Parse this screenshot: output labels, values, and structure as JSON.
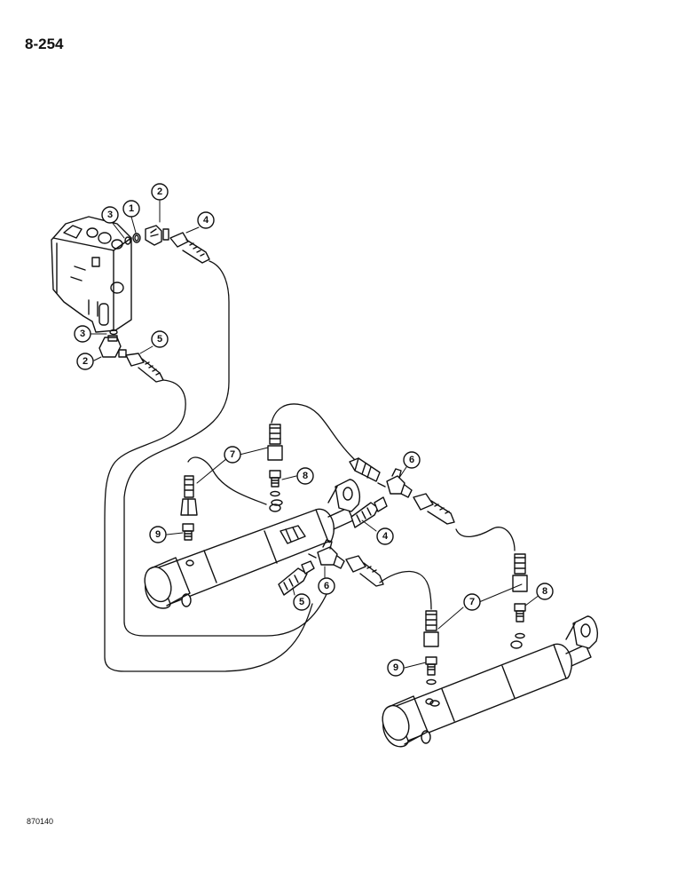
{
  "page": {
    "number": "8-254",
    "figure_code": "870140"
  },
  "callouts": {
    "valve_seal_3": "3",
    "valve_ring_1": "1",
    "valve_elbow_2": "2",
    "valve_hose_4": "4",
    "lower_seal_3": "3",
    "lower_elbow_2": "2",
    "lower_hose_5": "5",
    "left_hose_7": "7",
    "left_adapter_8": "8",
    "left_adapter_9": "9",
    "tee_6_upper": "6",
    "hose_4_mid": "4",
    "tee_6_lower": "6",
    "hose_5_mid": "5",
    "right_hose_7": "7",
    "right_adapter_8": "8",
    "right_adapter_9": "9"
  },
  "colors": {
    "line": "#111111",
    "background": "#ffffff"
  }
}
